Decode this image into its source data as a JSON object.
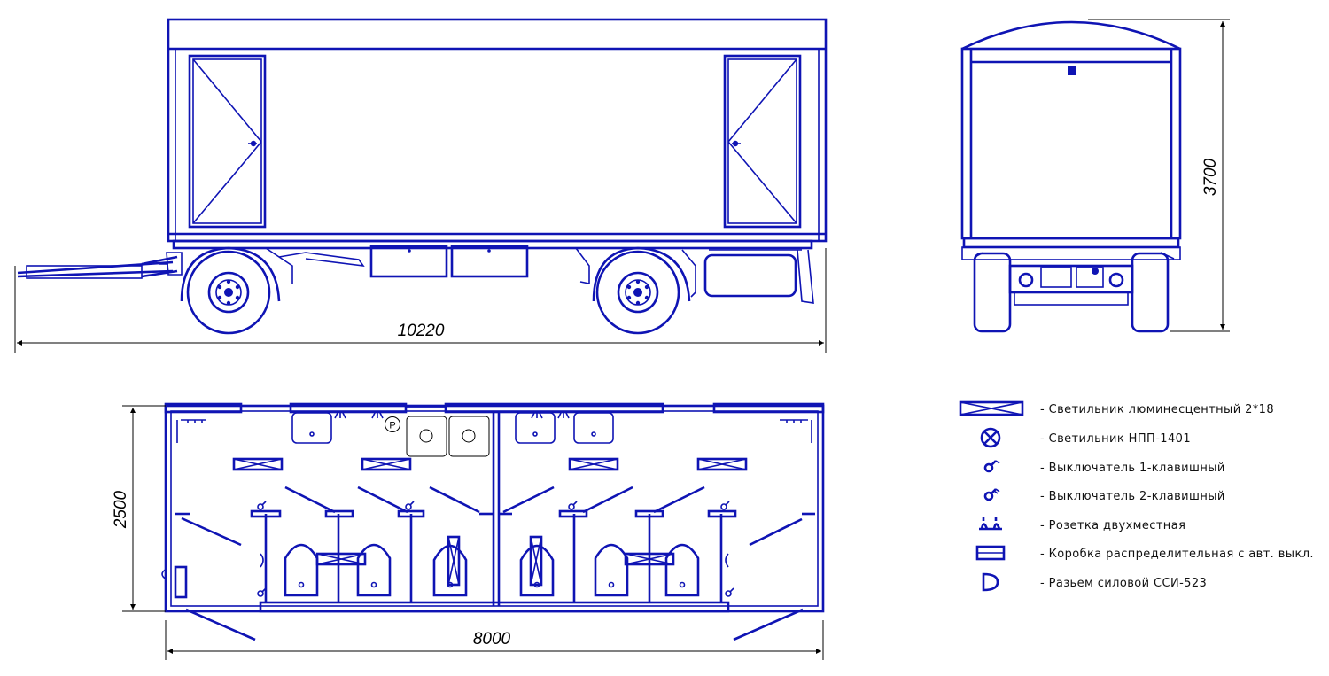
{
  "dimensions": {
    "side_length": "10220",
    "rear_height": "3700",
    "plan_length": "8000",
    "plan_width": "2500"
  },
  "plan": {
    "panel_mark": "Р"
  },
  "legend": {
    "items": [
      {
        "symbol": "fluorescent-lamp-icon",
        "label": "- Светильник люминесцентный 2*18"
      },
      {
        "symbol": "npp-lamp-icon",
        "label": "- Светильник НПП-1401"
      },
      {
        "symbol": "switch-1-icon",
        "label": "- Выключатель 1-клавишный"
      },
      {
        "symbol": "switch-2-icon",
        "label": "- Выключатель 2-клавишный"
      },
      {
        "symbol": "double-socket-icon",
        "label": "- Розетка двухместная"
      },
      {
        "symbol": "junction-box-icon",
        "label": "- Коробка распределительная с авт. выкл."
      },
      {
        "symbol": "power-connector-icon",
        "label": "- Разьем силовой ССИ-523"
      }
    ]
  },
  "colors": {
    "drawing": "#0f14b4",
    "dimension_lines": "#000000",
    "background": "#ffffff"
  }
}
